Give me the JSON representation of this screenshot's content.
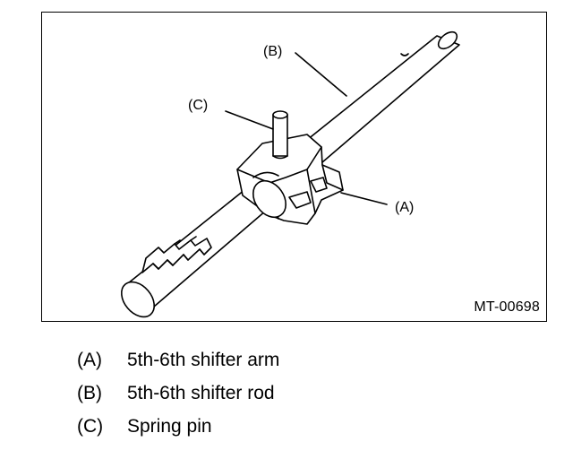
{
  "figure": {
    "code": "MT-00698",
    "callouts": {
      "a": "(A)",
      "b": "(B)",
      "c": "(C)"
    }
  },
  "legend": [
    {
      "key": "(A)",
      "text": "5th-6th shifter arm"
    },
    {
      "key": "(B)",
      "text": "5th-6th shifter rod"
    },
    {
      "key": "(C)",
      "text": "Spring pin"
    }
  ]
}
